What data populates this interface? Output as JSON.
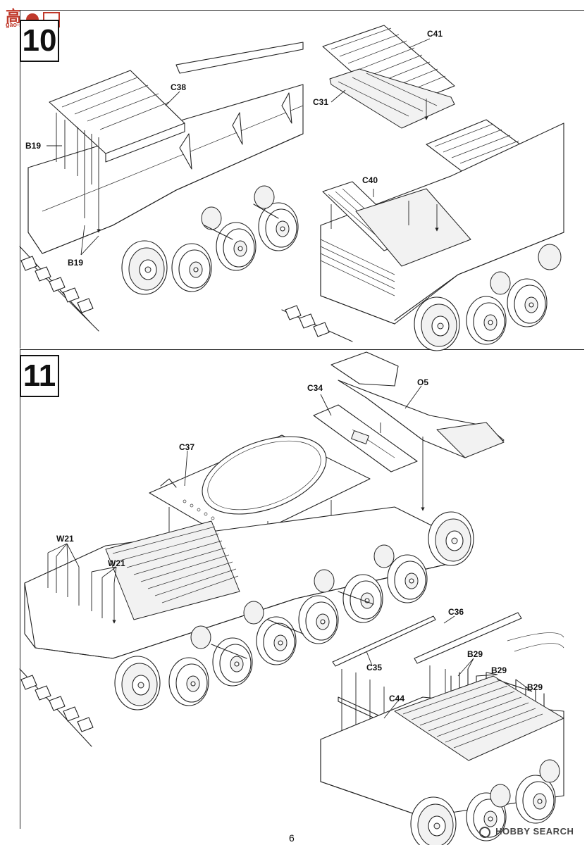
{
  "watermark": {
    "logo_text": "高",
    "logo_url": "gao-shou.com",
    "bottom_text": "HOBBY SEARCH"
  },
  "page_number": "6",
  "steps": [
    {
      "number": "10",
      "callouts": [
        "C38",
        "B19",
        "B19",
        "C41",
        "C31",
        "C40"
      ]
    },
    {
      "number": "11",
      "callouts": [
        "C34",
        "O5",
        "C37",
        "W21",
        "W21",
        "C36",
        "C35",
        "B29",
        "B29",
        "B29",
        "C44"
      ]
    }
  ]
}
